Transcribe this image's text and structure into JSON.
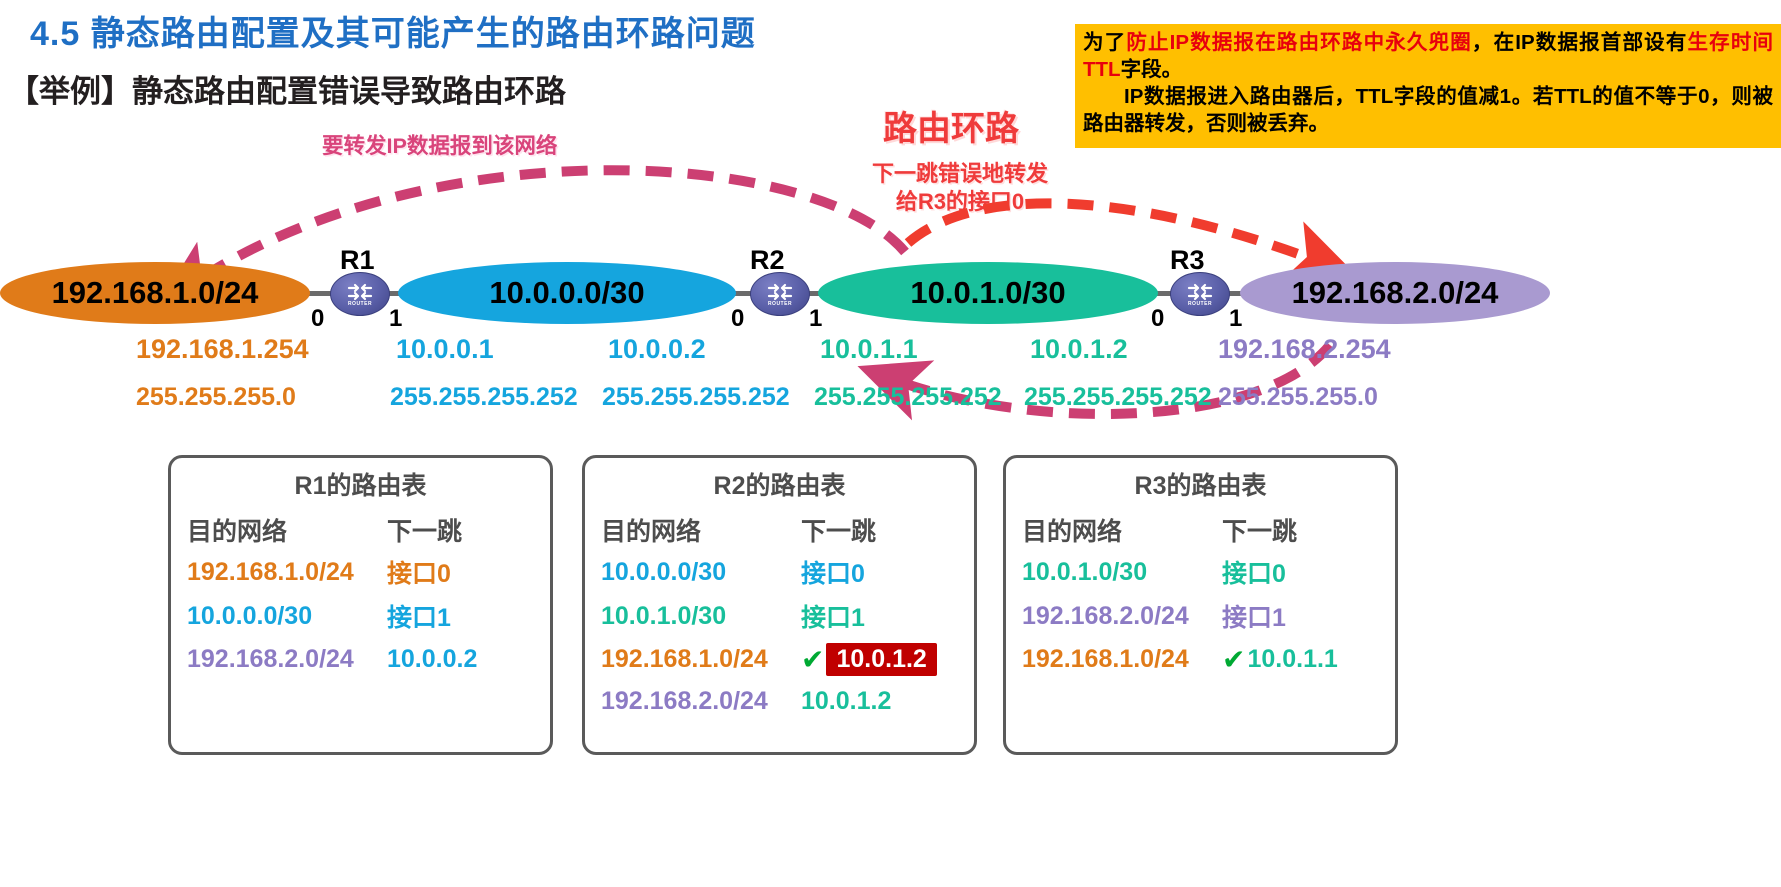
{
  "heading": {
    "title": "4.5  静态路由配置及其可能产生的路由环路问题",
    "subtitle": "【举例】静态路由配置错误导致路由环路"
  },
  "ttl_callout": {
    "bg_color": "#FFBF00",
    "highlight_color": "#e8000d",
    "line1_a": "为了",
    "line1_red": "防止IP数据报在路由环路中永久兜圈",
    "line1_b": "，在IP数据报首部设有",
    "line1_red2": "生存时间TTL",
    "line1_c": "字段。",
    "line2": "IP数据报进入路由器后，TTL字段的值减1。若TTL的值不等于0，则被路由器转发，否则被丢弃。"
  },
  "annotations": {
    "loop_label": "路由环路",
    "loop_color": "#ef3b3b",
    "wrong_hop_line1": "下一跳错误地转发",
    "wrong_hop_line2": "给R3的接口0",
    "forward_label": "要转发IP数据报到该网络",
    "forward_color": "#d9447b"
  },
  "networks": [
    {
      "name": "192.168.1.0/24",
      "color": "#E07B19"
    },
    {
      "name": "10.0.0.0/30",
      "color": "#15A5DE"
    },
    {
      "name": "10.0.1.0/30",
      "color": "#18BF9B"
    },
    {
      "name": "192.168.2.0/24",
      "color": "#A99AD0"
    }
  ],
  "routers": [
    {
      "name": "R1",
      "icon": "router-icon",
      "caption": "ROUTER",
      "port_left": "0",
      "port_right": "1"
    },
    {
      "name": "R2",
      "icon": "router-icon",
      "caption": "ROUTER",
      "port_left": "0",
      "port_right": "1"
    },
    {
      "name": "R3",
      "icon": "router-icon",
      "caption": "ROUTER",
      "port_left": "0",
      "port_right": "1"
    }
  ],
  "interfaces": [
    {
      "ip": "192.168.1.254",
      "mask": "255.255.255.0",
      "color": "#E07B19"
    },
    {
      "ip": "10.0.0.1",
      "mask": "255.255.255.252",
      "color": "#15A5DE"
    },
    {
      "ip": "10.0.0.2",
      "mask": "255.255.255.252",
      "color": "#15A5DE"
    },
    {
      "ip": "10.0.1.1",
      "mask": "255.255.255.252",
      "color": "#18BF9B"
    },
    {
      "ip": "10.0.1.2",
      "mask": "255.255.255.252",
      "color": "#18BF9B"
    },
    {
      "ip": "192.168.2.254",
      "mask": "255.255.255.0",
      "color": "#8C7BC4"
    }
  ],
  "tables": [
    {
      "title": "R1的路由表",
      "head_dest": "目的网络",
      "head_next": "下一跳",
      "rows": [
        {
          "dest": "192.168.1.0/24",
          "dest_color": "#E07B19",
          "next": "接口0",
          "next_color": "#E07B19",
          "check": false,
          "highlight": false
        },
        {
          "dest": "10.0.0.0/30",
          "dest_color": "#15A5DE",
          "next": "接口1",
          "next_color": "#15A5DE",
          "check": false,
          "highlight": false
        },
        {
          "dest": "192.168.2.0/24",
          "dest_color": "#8C7BC4",
          "next": "10.0.0.2",
          "next_color": "#15A5DE",
          "check": false,
          "highlight": false
        }
      ]
    },
    {
      "title": "R2的路由表",
      "head_dest": "目的网络",
      "head_next": "下一跳",
      "rows": [
        {
          "dest": "10.0.0.0/30",
          "dest_color": "#15A5DE",
          "next": "接口0",
          "next_color": "#15A5DE",
          "check": false,
          "highlight": false
        },
        {
          "dest": "10.0.1.0/30",
          "dest_color": "#18BF9B",
          "next": "接口1",
          "next_color": "#18BF9B",
          "check": false,
          "highlight": false
        },
        {
          "dest": "192.168.1.0/24",
          "dest_color": "#E07B19",
          "next": "10.0.1.2",
          "next_color": "#18BF9B",
          "check": true,
          "highlight": true
        },
        {
          "dest": "192.168.2.0/24",
          "dest_color": "#8C7BC4",
          "next": "10.0.1.2",
          "next_color": "#18BF9B",
          "check": false,
          "highlight": false
        }
      ]
    },
    {
      "title": "R3的路由表",
      "head_dest": "目的网络",
      "head_next": "下一跳",
      "rows": [
        {
          "dest": "10.0.1.0/30",
          "dest_color": "#18BF9B",
          "next": "接口0",
          "next_color": "#18BF9B",
          "check": false,
          "highlight": false
        },
        {
          "dest": "192.168.2.0/24",
          "dest_color": "#8C7BC4",
          "next": "接口1",
          "next_color": "#8C7BC4",
          "check": false,
          "highlight": false
        },
        {
          "dest": "192.168.1.0/24",
          "dest_color": "#E07B19",
          "next": "10.0.1.1",
          "next_color": "#18BF9B",
          "check": true,
          "highlight": false
        }
      ]
    }
  ],
  "checkmark": "✔",
  "watermark": ""
}
